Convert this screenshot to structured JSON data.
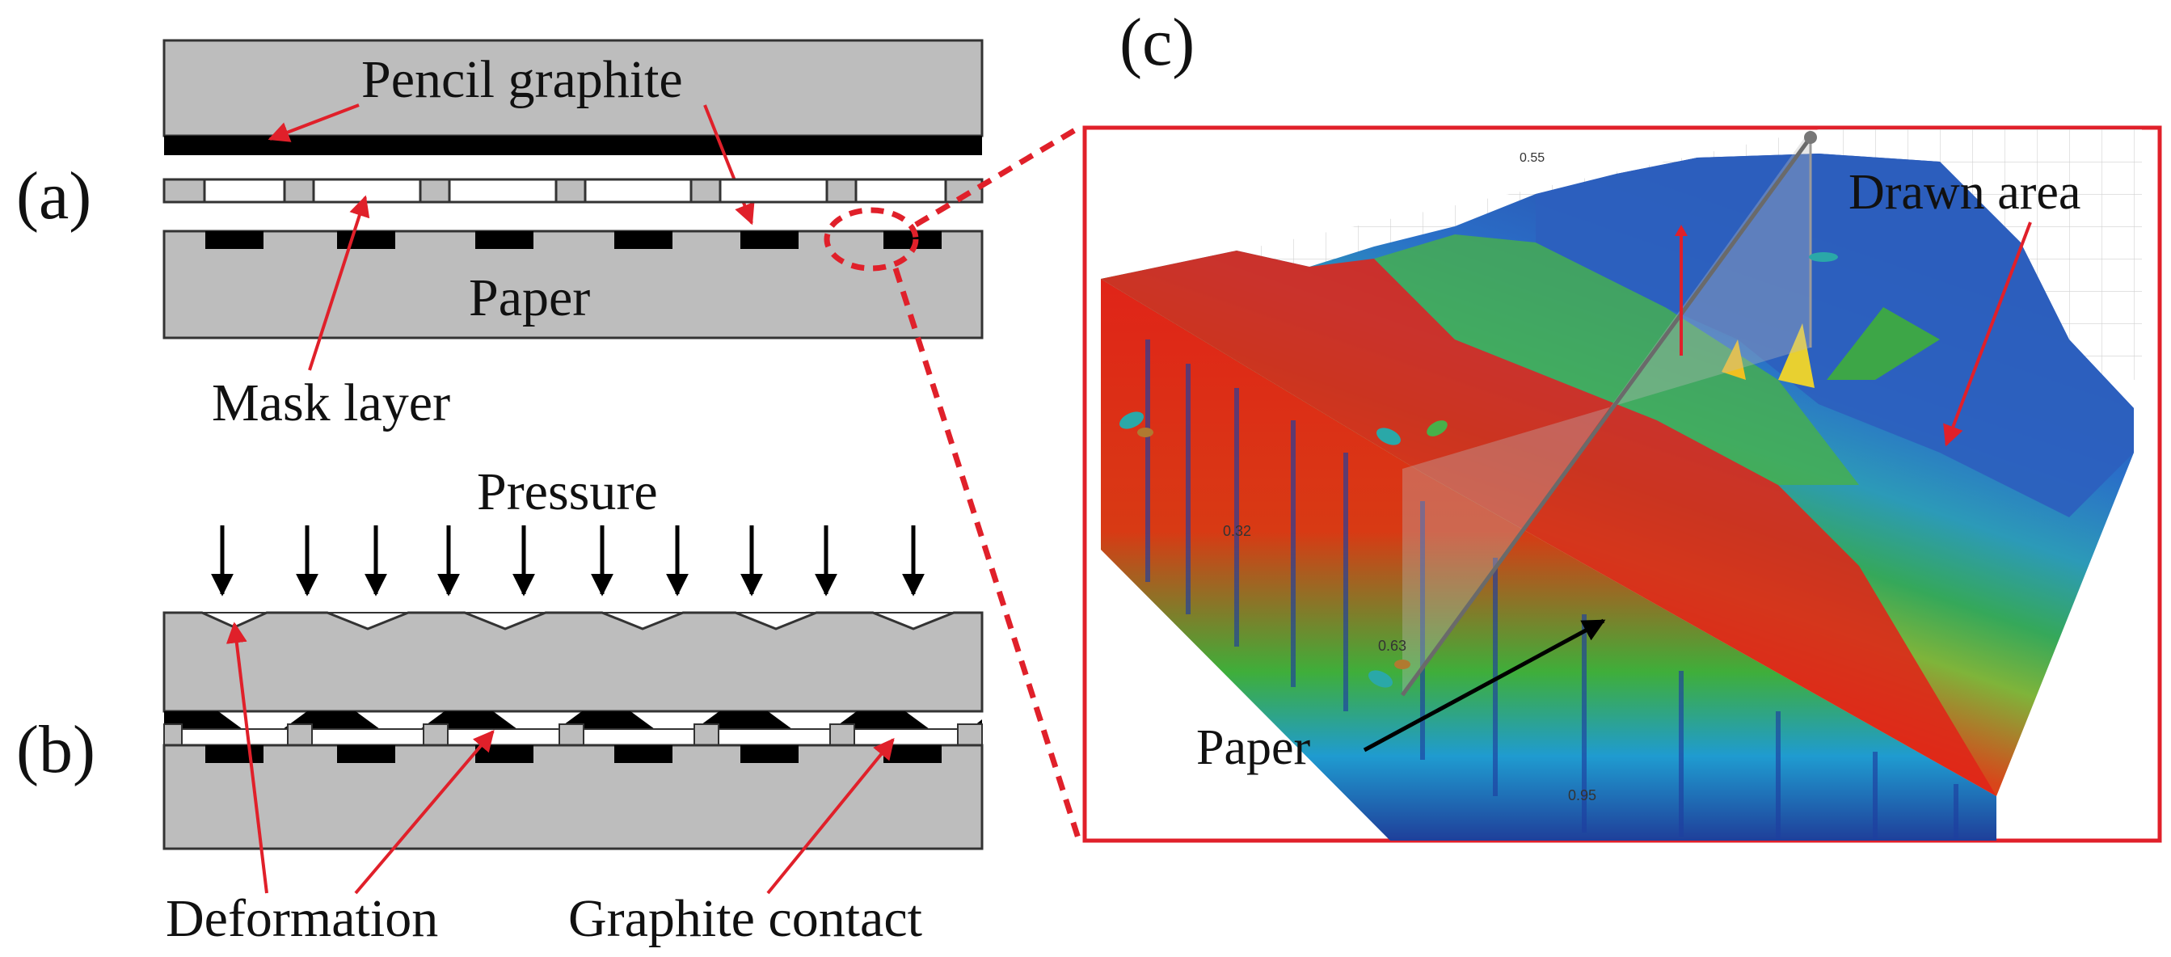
{
  "panels": {
    "a": "(a)",
    "b": "(b)",
    "c": "(c)"
  },
  "labels": {
    "pencil_graphite": "Pencil graphite",
    "paper_a": "Paper",
    "mask_layer": "Mask layer",
    "pressure": "Pressure",
    "deformation": "Deformation",
    "graphite_contact": "Graphite contact",
    "drawn_area": "Drawn area",
    "paper_c": "Paper"
  },
  "plot_ticks": {
    "t1": "0.32",
    "t2": "0.63",
    "t3": "0.95",
    "t4": "0.55"
  },
  "colors": {
    "layer_gray": "#bdbdbd",
    "graphite_black": "#000000",
    "arrow_red": "#e0202a",
    "frame_red": "#e0202a",
    "surface_red": "#e02418",
    "surface_green": "#3fae3a",
    "surface_blue": "#2a5fbf"
  }
}
